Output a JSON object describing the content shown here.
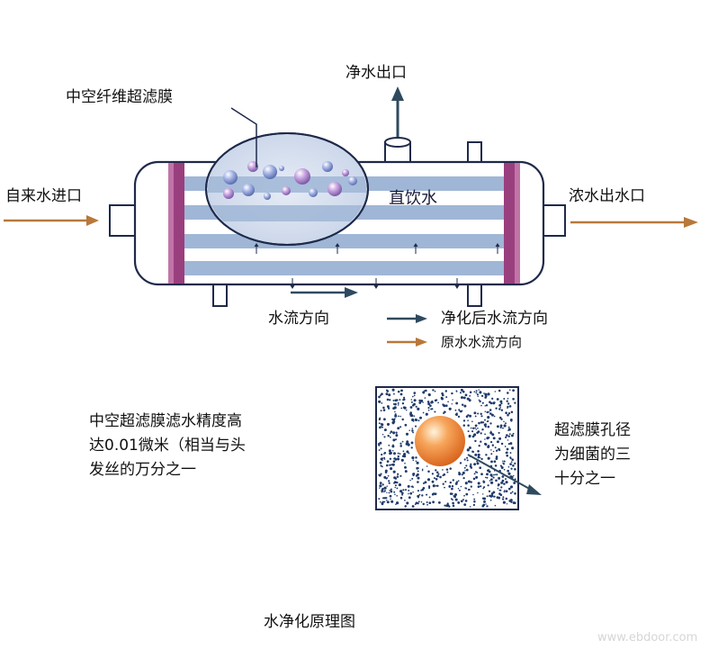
{
  "labels": {
    "membrane": "中空纤维超滤膜",
    "clean_outlet": "净水出口",
    "inlet": "自来水进口",
    "drinking_water": "直饮水",
    "concentrate_outlet": "浓水出水口",
    "flow_direction": "水流方向"
  },
  "legend": {
    "purified": "净化后水流方向",
    "raw": "原水水流方向"
  },
  "notes": {
    "precision_lines": [
      "中空超滤膜滤水精度高",
      "达0.01微米（相当与头",
      "发丝的万分之一"
    ],
    "pore_lines": [
      "超滤膜孔径",
      "为细菌的三",
      "十分之一"
    ]
  },
  "caption": "水净化原理图",
  "watermark": "www.ebdoor.com",
  "colors": {
    "tube": "#9fb6d6",
    "tube_stripe": "#ffffff",
    "end_plate": "#9a3f7e",
    "outline": "#1f2a4a",
    "raw_arrow": "#b8783a",
    "purified_arrow": "#2f4a5e",
    "particle": "#f09040",
    "pore_dots": "#1f3a6a"
  },
  "icons": [
    "arrow-up-icon",
    "arrow-right-icon",
    "bubble-icon",
    "particle-icon"
  ]
}
